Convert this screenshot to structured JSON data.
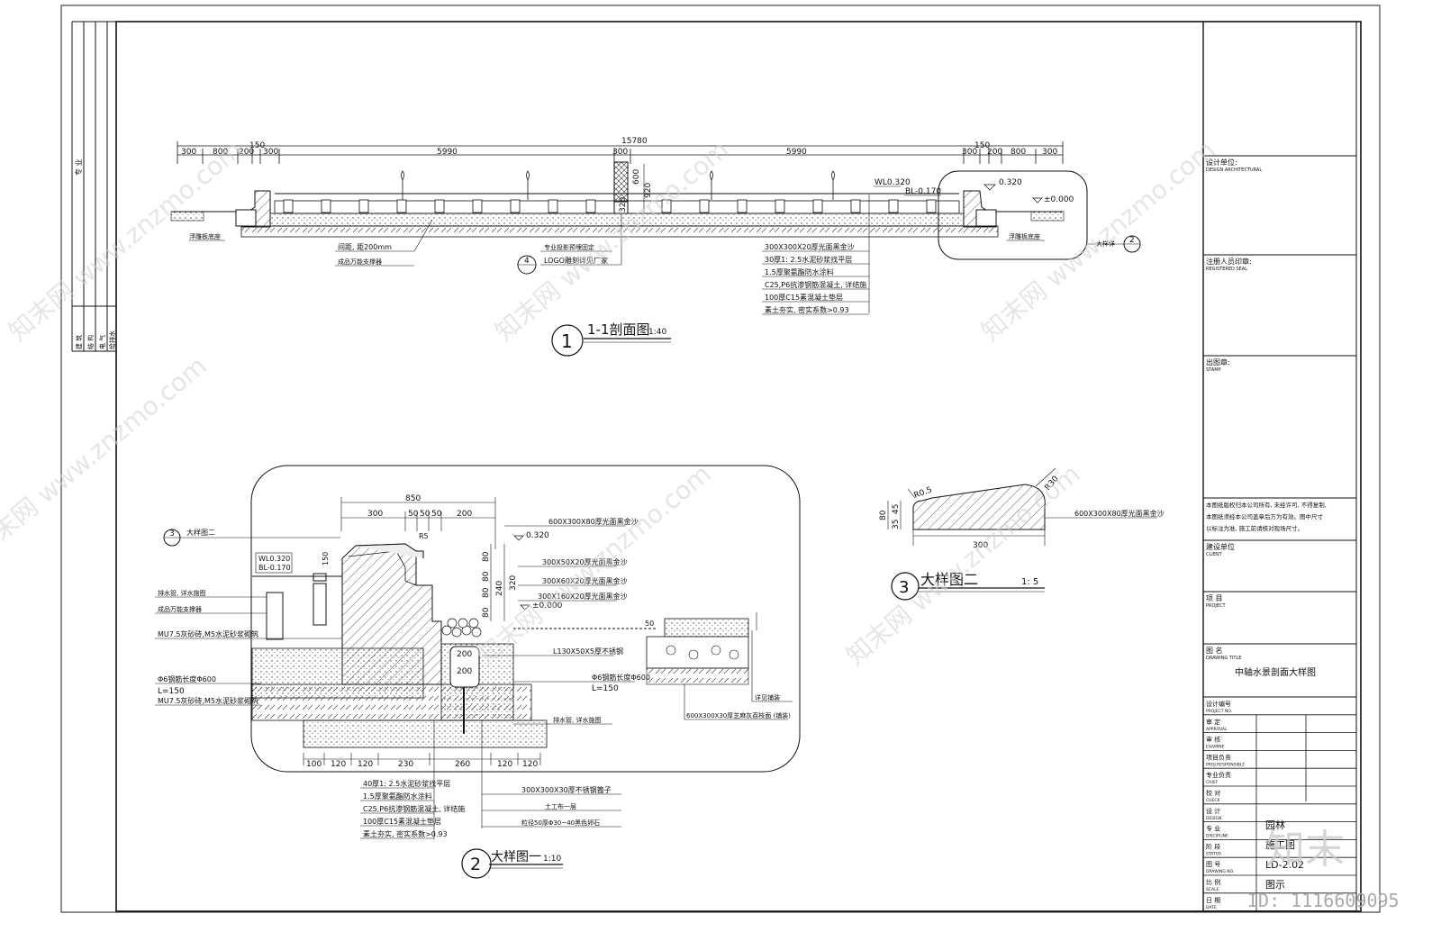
{
  "watermark": {
    "repeat_text": "知末网 www.znzmo.com",
    "brand": "知末",
    "id_label": "ID: 1116609095"
  },
  "left_strip": {
    "label_upper": "专 业",
    "labels_lower": [
      "建 筑",
      "结 构",
      "电 气",
      "给排水"
    ]
  },
  "section_1": {
    "overall_dim": "15780",
    "top_dims_left": [
      "300",
      "800",
      "200",
      "150",
      "300",
      "5990",
      "300"
    ],
    "top_dims_right": [
      "5990",
      "300",
      "150",
      "200",
      "800",
      "300"
    ],
    "vertical_dims": [
      "600",
      "920",
      "320"
    ],
    "level_wl": "WL0.320",
    "level_bl": "BL-0.170",
    "level_top": "0.320",
    "level_zero": "±0.000",
    "note_left_1": "浮雕板底座",
    "note_left_2": "间距, 距200mm",
    "note_left_3": "成品万能支撑器",
    "note_center_1": "专业投影预埋固定",
    "note_center_2": "LOGO雕刻详见厂家",
    "callout_num": "4",
    "layers": [
      "300X300X20厚光面黑金沙",
      "30厚1: 2.5水泥砂浆找平层",
      "1.5厚聚氨酯防水涂料",
      "C25,P6抗渗钢筋混凝土, 详结施",
      "100厚C15素混凝土垫层",
      "素土夯实, 密实系数>0.93"
    ],
    "note_right": "浮雕板底座",
    "detail_ref": "大样详",
    "detail_ref_num": "2",
    "title_num": "1",
    "title": "1-1剖面图",
    "scale": "1:40"
  },
  "detail_2": {
    "ref_num": "3",
    "ref_label": "大样图二",
    "top_dims": [
      "850",
      "300",
      "50",
      "50",
      "50",
      "200"
    ],
    "r_label": "R5",
    "level_top": "0.320",
    "level_zero": "±0.000",
    "level_wl": "WL0.320",
    "level_bl": "BL-0.170",
    "dim_150": "150",
    "vert_dims": [
      "80",
      "80",
      "80",
      "80",
      "240",
      "320"
    ],
    "dims_200": [
      "200",
      "200"
    ],
    "left_notes": [
      "排水管, 详水施图",
      "成品万能支撑器",
      "MU7.5灰砂砖,M5水泥砂浆砌筑",
      "Φ6钢筋长度Φ600",
      "L=150",
      "MU7.5灰砂砖,M5水泥砂浆砌筑"
    ],
    "right_notes": [
      "600X300X80厚光面黑金沙",
      "300X50X20厚光面黑金沙",
      "300X60X20厚光面黑金沙",
      "300X160X20厚光面黑金沙",
      "L130X50X5厚不锈钢",
      "Φ6钢筋长度Φ600",
      "L=150",
      "排水管, 详水施图"
    ],
    "side_note_1": "50",
    "side_note_2": "详见铺装",
    "side_note_3": "600X300X30厚芝麻灰荔枝面 (铺装)",
    "bottom_dims": [
      "100",
      "120",
      "120",
      "230",
      "260",
      "120",
      "120"
    ],
    "bottom_layers": [
      "40厚1: 2.5水泥砂浆找平层",
      "1.5厚聚氨酯防水涂料",
      "C25,P6抗渗钢筋混凝土, 详结施",
      "100厚C15素混凝土垫层",
      "素土夯实, 密实系数>0.93"
    ],
    "bottom_right_notes": [
      "300X300X30厚不锈钢篦子",
      "土工布一层",
      "粒径50厚Φ30~40黑色卵石"
    ],
    "title_num": "2",
    "title": "大样图一",
    "scale": "1:10"
  },
  "detail_3": {
    "dim_r30": "R30",
    "dim_r": "R0.5",
    "dims_left": [
      "80",
      "45",
      "35"
    ],
    "dim_bottom": "300",
    "note": "600X300X80厚光面黑金沙",
    "title_num": "3",
    "title": "大样图二",
    "scale": "1: 5"
  },
  "title_block": {
    "design_unit": "设计单位:",
    "design_unit_en": "DESIGN ARCHITECTURAL",
    "cert": "注册人员印章:",
    "cert_en": "REGISTERED SEAL",
    "stamp": "出图章:",
    "stamp_en": "STAMP",
    "notes_lines": [
      "本图纸版权归本公司所有, 未经许可, 不得复制,",
      "本图纸须经本公司盖章后方为有效。图中尺寸",
      "以标注为准, 施工前请核对现场尺寸。"
    ],
    "client": "建设单位",
    "client_en": "CLIENT",
    "project": "项 目",
    "project_en": "PROJECT",
    "drawing_title_label": "图 名",
    "drawing_title_en": "DRAWING TITLE",
    "drawing_title": "中轴水景剖面大样图",
    "rows": [
      {
        "cn": "设计编号",
        "en": "PROJECT NO."
      },
      {
        "cn": "审 定",
        "en": "APPROVAL"
      },
      {
        "cn": "审 核",
        "en": "EXAMINE"
      },
      {
        "cn": "项目负责",
        "en": "PROJ.RESPONSIBLE"
      },
      {
        "cn": "专业负责",
        "en": "CHIEF"
      },
      {
        "cn": "校 对",
        "en": "CHECK"
      },
      {
        "cn": "设 计",
        "en": "DESIGN"
      },
      {
        "cn": "专 业",
        "en": "DISCIPLINE"
      },
      {
        "cn": "阶 段",
        "en": "STATUS"
      },
      {
        "cn": "图 号",
        "en": "DRAWING NO."
      },
      {
        "cn": "比 例",
        "en": "SCALE"
      },
      {
        "cn": "日 期",
        "en": "DATE"
      }
    ],
    "discipline_value": "园林",
    "status_value": "施工图",
    "drawing_no": "LD-2.02",
    "scale_value": "图示"
  }
}
